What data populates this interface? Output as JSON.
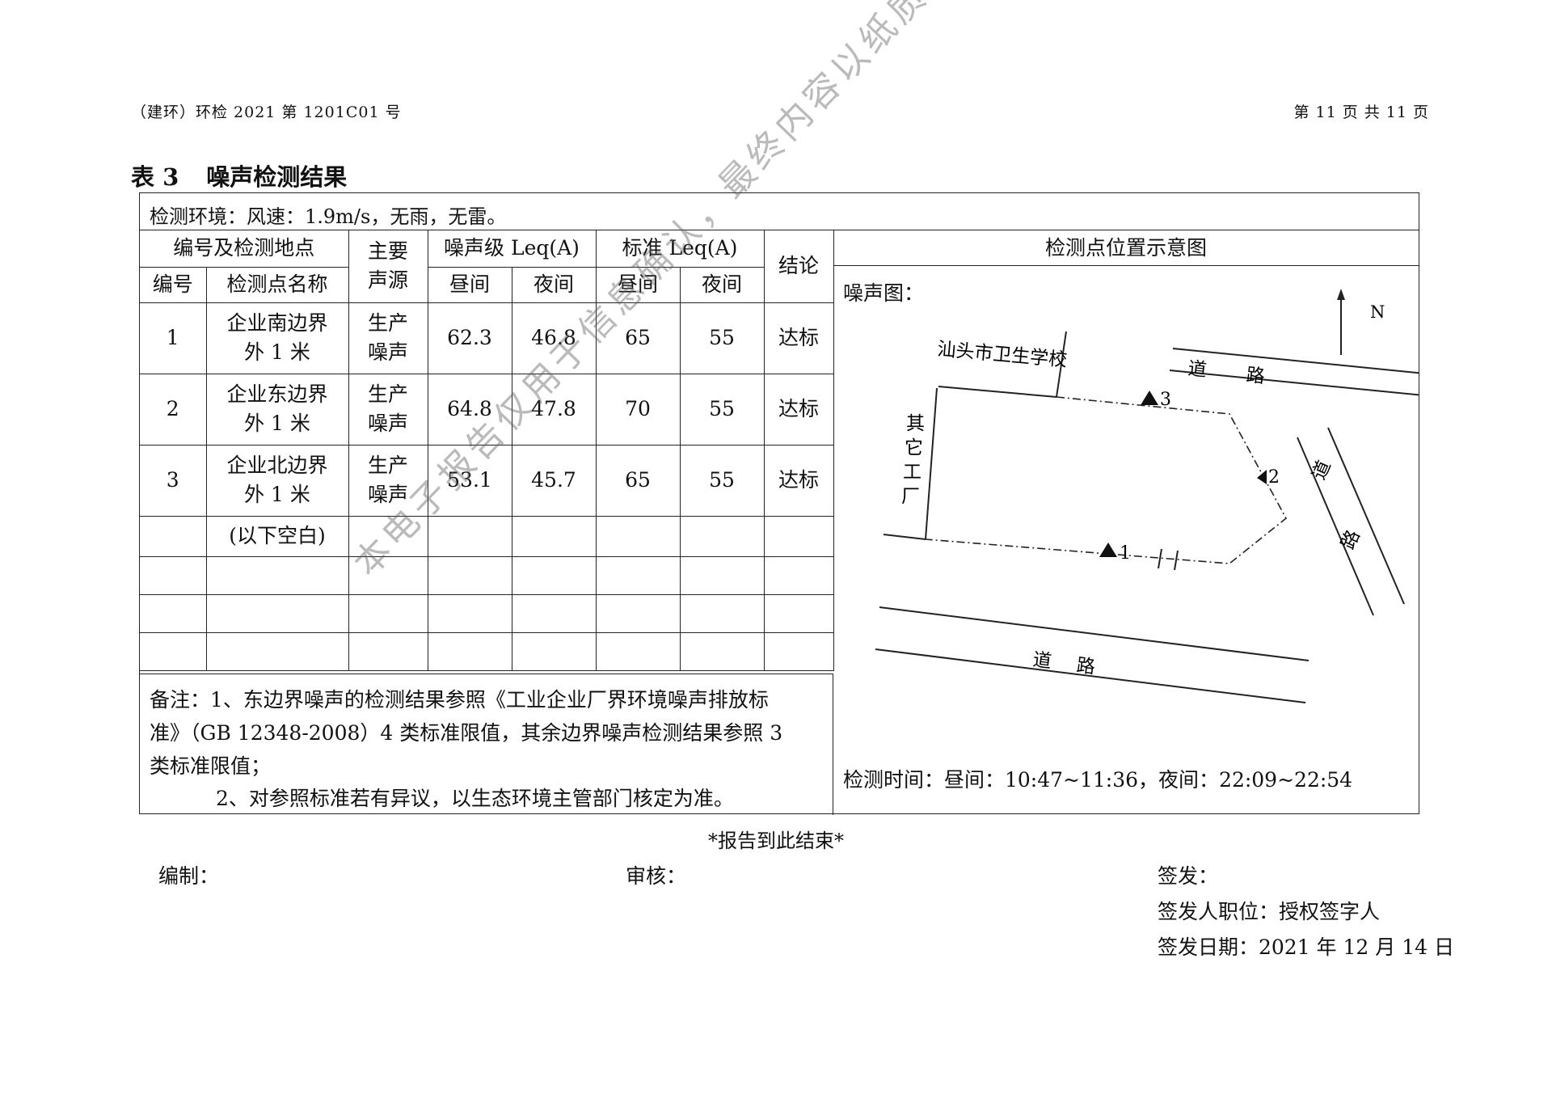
{
  "header": {
    "report_no": "（建环）环检 2021 第 1201C01 号",
    "page": "第 11 页 共 11 页"
  },
  "table_title": {
    "number": "表 3",
    "name": "噪声检测结果"
  },
  "environment": "检测环境：风速：1.9m/s，无雨，无雷。",
  "columns": {
    "group_id": "编号及检测地点",
    "main_source_1": "主要",
    "main_source_2": "声源",
    "noise_level": "噪声级 Leq(A)",
    "standard": "标准 Leq(A)",
    "conclusion": "结论",
    "id": "编号",
    "point_name": "检测点名称",
    "day": "昼间",
    "night": "夜间"
  },
  "rows": [
    {
      "id": "1",
      "name_1": "企业南边界",
      "name_2": "外 1 米",
      "src_1": "生产",
      "src_2": "噪声",
      "day": "62.3",
      "night": "46.8",
      "std_day": "65",
      "std_night": "55",
      "result": "达标"
    },
    {
      "id": "2",
      "name_1": "企业东边界",
      "name_2": "外 1 米",
      "src_1": "生产",
      "src_2": "噪声",
      "day": "64.8",
      "night": "47.8",
      "std_day": "70",
      "std_night": "55",
      "result": "达标"
    },
    {
      "id": "3",
      "name_1": "企业北边界",
      "name_2": "外 1 米",
      "src_1": "生产",
      "src_2": "噪声",
      "day": "53.1",
      "night": "45.7",
      "std_day": "65",
      "std_night": "55",
      "result": "达标"
    }
  ],
  "blank_note": "(以下空白)",
  "notes": {
    "line1": "备注：1、东边界噪声的检测结果参照《工业企业厂界环境噪声排放标",
    "line2": "准》（GB 12348-2008）4 类标准限值，其余边界噪声检测结果参照 3",
    "line3": "类标准限值；",
    "line4": "2、对参照标准若有异议，以生态环境主管部门核定为准。"
  },
  "diagram": {
    "title": "检测点位置示意图",
    "label": "噪声图：",
    "north": "N",
    "school": "汕头市卫生学校",
    "factory": [
      "其",
      "它",
      "工",
      "厂"
    ],
    "road": [
      "道",
      "路"
    ],
    "points": [
      "1",
      "2",
      "3"
    ],
    "time": "检测时间：昼间：10:47~11:36，夜间：22:09~22:54"
  },
  "end_text": "*报告到此结束*",
  "signatures": {
    "compiler": "编制：",
    "reviewer": "审核：",
    "issuer": "签发：",
    "issuer_position": "签发人职位：授权签字人",
    "issue_date": "签发日期：2021 年 12 月 14 日"
  },
  "watermark": "本电子报告仅用于信息确认，最终内容以纸质版正式报告为准"
}
